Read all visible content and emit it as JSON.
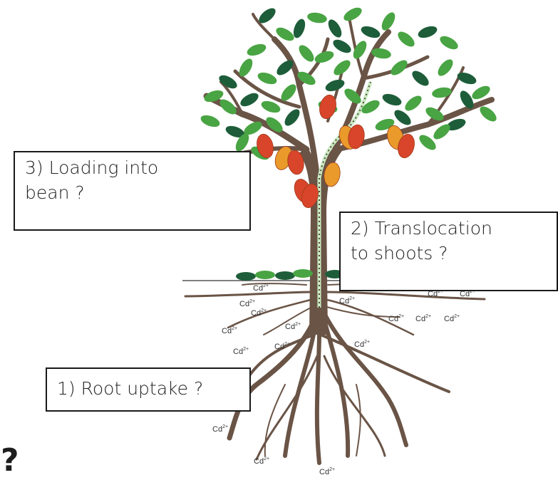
{
  "callouts": {
    "loading": {
      "line1": "3) Loading into",
      "line2": "bean ?"
    },
    "translocation": {
      "line1": "2) Translocation",
      "line2": "to shoots ?"
    },
    "root": {
      "text": "1) Root uptake ?"
    }
  },
  "ion": {
    "symbol": "Cd",
    "charge": "2+"
  },
  "corner_mark": "?",
  "colors": {
    "trunk": "#6a5446",
    "leaf_dark": "#1e5d3a",
    "leaf_light": "#49a443",
    "pod_orange": "#e99a2b",
    "pod_red": "#d9452a",
    "transport_path": "#c9ebc3"
  }
}
